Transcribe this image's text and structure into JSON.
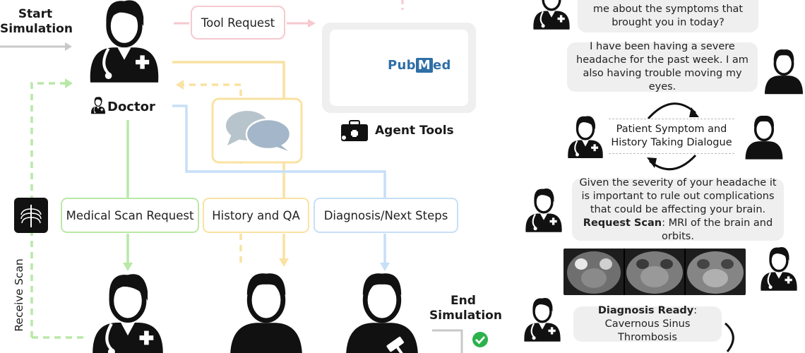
{
  "flow": {
    "start_label_line1": "Start",
    "start_label_line2": "Simulation",
    "tool_request": "Tool Request",
    "doctor_label": "Doctor",
    "agent_tools_label": "Agent Tools",
    "pubmed_pub": "Pub",
    "pubmed_m": "M",
    "pubmed_ed": "ed",
    "medical_scan_request": "Medical Scan Request",
    "history_and_qa": "History and QA",
    "diagnosis_next_steps": "Diagnosis/Next Steps",
    "receive_scan": "Receive Scan",
    "end_label_line1": "End",
    "end_label_line2": "Simulation"
  },
  "dialogue": {
    "doctor_question_line1": "me about the symptoms that",
    "doctor_question_line2": "brought you in today?",
    "patient_reply_line1": "I have been having a severe",
    "patient_reply_line2": "headache for the past week. I am",
    "patient_reply_line3": "also having trouble moving my eyes.",
    "dialogue_title_line1": "Patient Symptom and",
    "dialogue_title_line2": "History Taking Dialogue",
    "doctor_scan_line1": "Given the severity of your headache it",
    "doctor_scan_line2": "is important to rule out complications",
    "doctor_scan_line3": "that could be affecting your brain.",
    "request_scan_label": "Request Scan",
    "request_scan_value": ": MRI of the brain and orbits.",
    "diagnosis_ready_label": "Diagnosis Ready",
    "diagnosis_ready_colon": ":",
    "diagnosis_value": "Cavernous Sinus Thrombosis"
  },
  "colors": {
    "pink": "#f6c9cf",
    "green": "#b9e8a7",
    "yellow": "#f9e2a2",
    "blue": "#c7dff7",
    "gray_arrow": "#c8c8c8",
    "check_green": "#2bb24c"
  }
}
